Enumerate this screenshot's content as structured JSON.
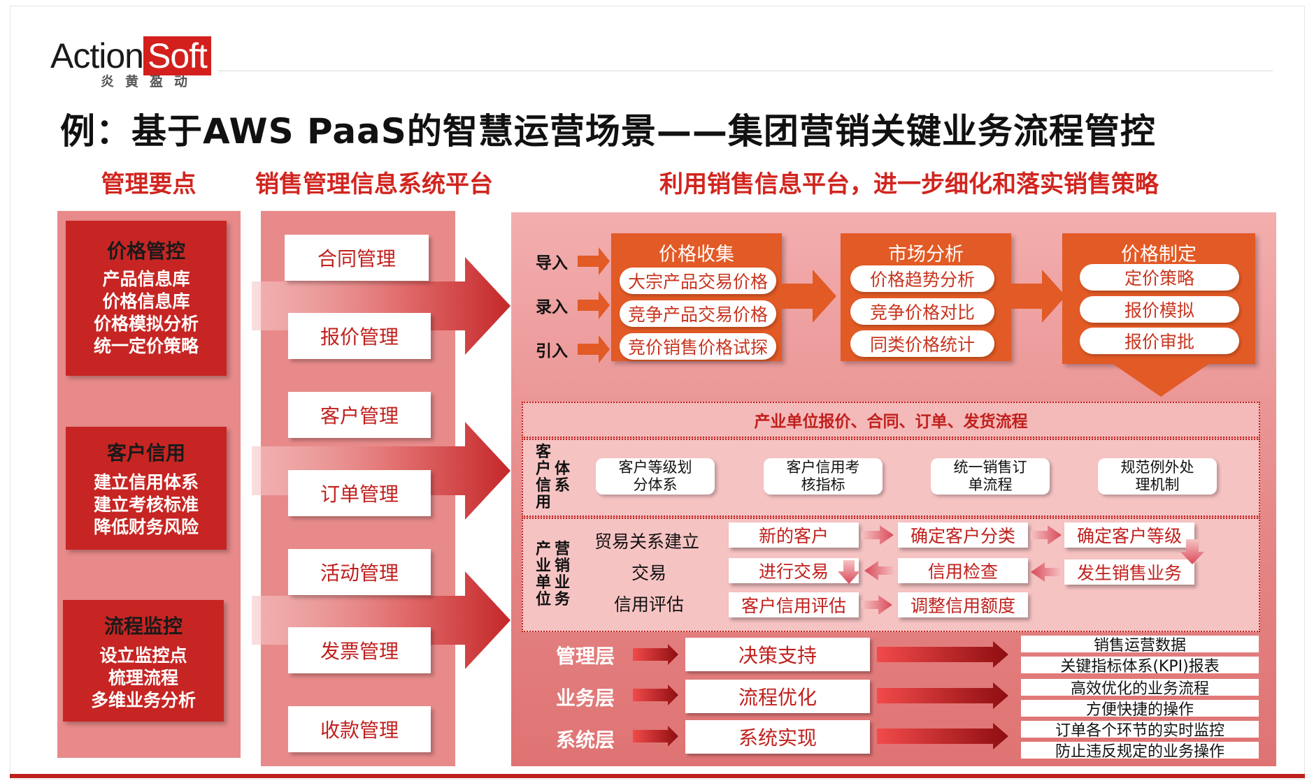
{
  "logo": {
    "action": "Action",
    "soft": "Soft",
    "sub": "炎黄盈动"
  },
  "title": "例：基于AWS PaaS的智慧运营场景——集团营销关键业务流程管控",
  "headers": {
    "col1": "管理要点",
    "col2": "销售管理信息系统平台",
    "col3": "利用销售信息平台，进一步细化和落实销售策略"
  },
  "points": [
    {
      "title": "价格管控",
      "lines": [
        "产品信息库",
        "价格信息库",
        "价格模拟分析",
        "统一定价策略"
      ]
    },
    {
      "title": "客户信用",
      "lines": [
        "建立信用体系",
        "建立考核标准",
        "降低财务风险"
      ]
    },
    {
      "title": "流程监控",
      "lines": [
        "设立监控点",
        "梳理流程",
        "多维业务分析"
      ]
    }
  ],
  "modules": [
    "合同管理",
    "报价管理",
    "客户管理",
    "订单管理",
    "活动管理",
    "发票管理",
    "收款管理"
  ],
  "inputs": [
    "导入",
    "录入",
    "引入"
  ],
  "price_groups": [
    {
      "title": "价格收集",
      "items": [
        "大宗产品交易价格",
        "竞争产品交易价格",
        "竞价销售价格试探"
      ]
    },
    {
      "title": "市场分析",
      "items": [
        "价格趋势分析",
        "竞争价格对比",
        "同类价格统计"
      ]
    },
    {
      "title": "价格制定",
      "items": [
        "定价策略",
        "报价模拟",
        "报价审批"
      ]
    }
  ],
  "process_title": "产业单位报价、合同、订单、发货流程",
  "credit": {
    "label": [
      "客户信用",
      "体系"
    ],
    "items": [
      "客户等级划分体系",
      "客户信用考核指标",
      "统一销售订单流程",
      "规范例外处理机制"
    ]
  },
  "business": {
    "label": [
      "产业单位",
      "营销业务"
    ],
    "rows": [
      "贸易关系建立",
      "交易",
      "信用评估"
    ],
    "boxes": [
      "新的客户",
      "确定客户分类",
      "确定客户等级",
      "进行交易",
      "信用检查",
      "发生销售业务",
      "客户信用评估",
      "调整信用额度"
    ]
  },
  "layers": [
    {
      "name": "管理层",
      "box": "决策支持",
      "results": [
        "销售运营数据",
        "关键指标体系(KPI)报表"
      ]
    },
    {
      "name": "业务层",
      "box": "流程优化",
      "results": [
        "高效优化的业务流程",
        "方便快捷的操作"
      ]
    },
    {
      "name": "系统层",
      "box": "系统实现",
      "results": [
        "订单各个环节的实时监控",
        "防止违反规定的业务操作"
      ]
    }
  ],
  "colors": {
    "primary_red": "#c62523",
    "orange": "#e25a25",
    "panel_pink": "#e88a8a",
    "header_red": "#d1251f"
  }
}
